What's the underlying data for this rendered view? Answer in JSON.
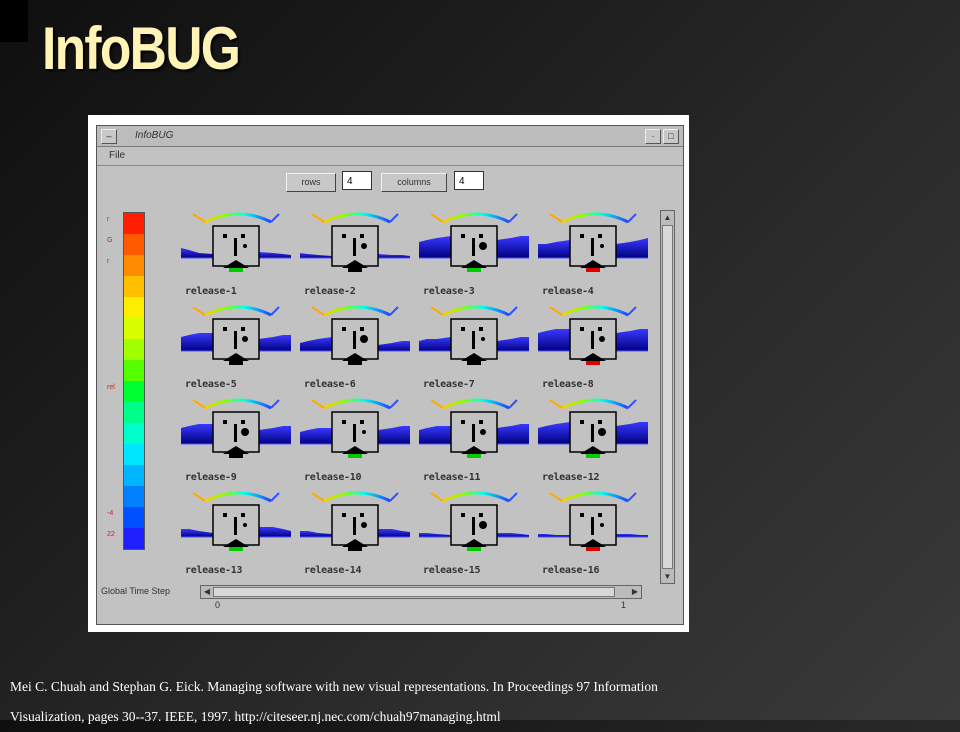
{
  "slide": {
    "title": "InfoBUG",
    "citation_line1": "Mei C. Chuah and Stephan G. Eick. Managing software with new visual representations. In Proceedings 97 Information",
    "citation_line2": "Visualization, pages 30--37. IEEE, 1997. http://citeseer.nj.nec.com/chuah97managing.html"
  },
  "window": {
    "title": "InfoBUG",
    "min_icon": "·",
    "max_icon": "□",
    "menu": "File"
  },
  "controls": {
    "button1": "rows",
    "field1": "4",
    "button2": "columns",
    "field2": "4"
  },
  "legend": {
    "colors": [
      "#ff1e00",
      "#ff5a00",
      "#ff8c00",
      "#ffbe00",
      "#ffee00",
      "#d8ff00",
      "#a0ff00",
      "#55ff00",
      "#00ff30",
      "#00ff88",
      "#00ffcc",
      "#00e6ff",
      "#00b4ff",
      "#0080ff",
      "#0050ff",
      "#2020ff"
    ],
    "labels": [
      "r",
      "G",
      "r",
      "",
      "",
      "",
      "",
      "",
      "rel",
      "",
      "",
      "",
      "",
      "",
      "-4",
      "22"
    ]
  },
  "bugs": [
    {
      "label": "release-1"
    },
    {
      "label": "release-2"
    },
    {
      "label": "release-3"
    },
    {
      "label": "release-4"
    },
    {
      "label": "release-5"
    },
    {
      "label": "release-6"
    },
    {
      "label": "release-7"
    },
    {
      "label": "release-8"
    },
    {
      "label": "release-9"
    },
    {
      "label": "release-10"
    },
    {
      "label": "release-11"
    },
    {
      "label": "release-12"
    },
    {
      "label": "release-13"
    },
    {
      "label": "release-14"
    },
    {
      "label": "release-15"
    },
    {
      "label": "release-16"
    }
  ],
  "scrollbar": {
    "label": "Global Time Step",
    "tick_start": "0",
    "tick_end": "1",
    "up_arrow": "▲",
    "down_arrow": "▼",
    "left_arrow": "◀",
    "right_arrow": "▶"
  }
}
